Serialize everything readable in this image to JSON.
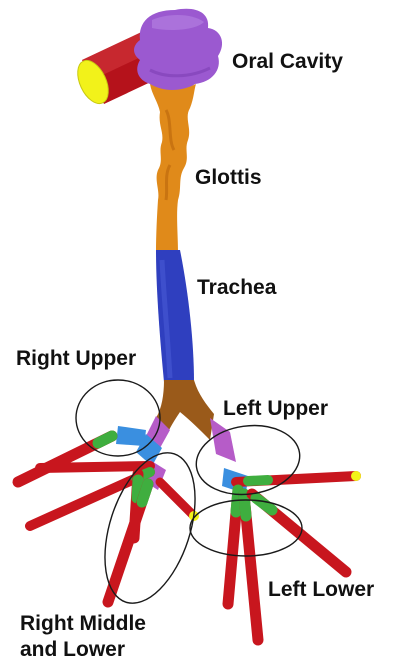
{
  "labels": {
    "oral_cavity": "Oral Cavity",
    "glottis": "Glottis",
    "trachea": "Trachea",
    "right_upper": "Right Upper",
    "left_upper": "Left Upper",
    "left_lower": "Left Lower",
    "right_middle_lower_line1": "Right Middle",
    "right_middle_lower_line2": "and Lower"
  },
  "colors": {
    "oral_cavity": "#9b59d0",
    "inlet_tube": "#b5121b",
    "inlet_face": "#f2f21a",
    "glottis": "#e08a1a",
    "trachea": "#2f3fbf",
    "carina": "#9a5a1a",
    "segment_purple": "#b65cc8",
    "segment_blue": "#3a8fe0",
    "segment_green": "#3fae3f",
    "branch_tube": "#c8161e",
    "outlet_face": "#f2f21a",
    "region_ellipse": "#1a1a1a"
  }
}
